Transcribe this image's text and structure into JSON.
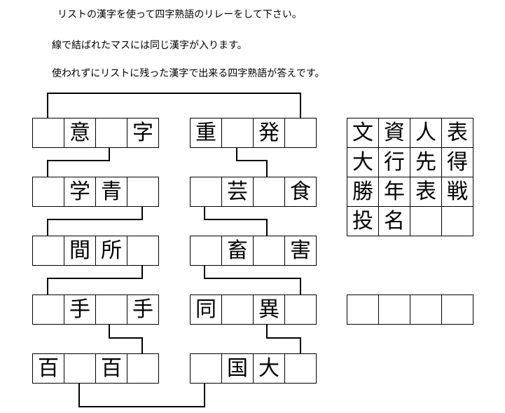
{
  "instructions": [
    "リストの漢字を使って四字熟語のリレーをして下さい。",
    "線で結ばれたマスには同じ漢字が入ります。",
    "使われずにリストに残った漢字で出来る四字熟語が答えです。"
  ],
  "puzzle": {
    "left_column": [
      [
        "",
        "意",
        "",
        "字"
      ],
      [
        "",
        "学",
        "青",
        ""
      ],
      [
        "",
        "間",
        "所",
        ""
      ],
      [
        "",
        "手",
        "",
        "手"
      ],
      [
        "百",
        "",
        "百",
        ""
      ]
    ],
    "right_column": [
      [
        "重",
        "",
        "発",
        ""
      ],
      [
        "",
        "芸",
        "",
        "食"
      ],
      [
        "",
        "畜",
        "",
        "害"
      ],
      [
        "同",
        "",
        "異",
        ""
      ],
      [
        "",
        "国",
        "大",
        ""
      ]
    ]
  },
  "kanji_list": [
    [
      "文",
      "資",
      "人",
      "表"
    ],
    [
      "大",
      "行",
      "先",
      "得"
    ],
    [
      "勝",
      "年",
      "表",
      "戦"
    ],
    [
      "投",
      "名",
      "",
      ""
    ]
  ],
  "answer": [
    "",
    "",
    "",
    ""
  ]
}
